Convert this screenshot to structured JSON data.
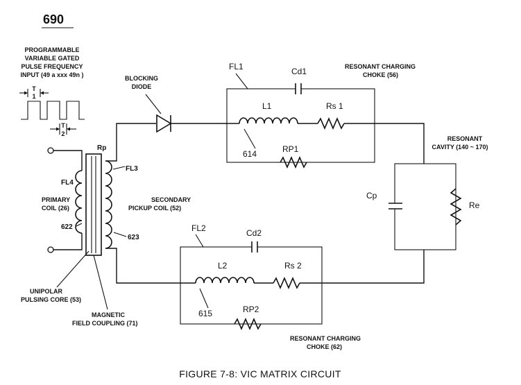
{
  "figure_number": "690",
  "caption": "FIGURE 7-8: VIC MATRIX CIRCUIT",
  "labels": {
    "input_line1": "PROGRAMMABLE",
    "input_line2": "VARIABLE GATED",
    "input_line3": "PULSE FREQUENCY",
    "input_line4": "INPUT (49 a xxx 49n )",
    "t1_top": "T",
    "t1_bot": "1",
    "t2_top": "T",
    "t2_bot": "2",
    "blocking_diode_line1": "BLOCKING",
    "blocking_diode_line2": "DIODE",
    "fl1": "FL1",
    "cd1": "Cd1",
    "choke56_line1": "RESONANT CHARGING",
    "choke56_line2": "CHOKE (56)",
    "l1": "L1",
    "rs1": "Rs 1",
    "ref614": "614",
    "rp1": "RP1",
    "cavity_line1": "RESONANT",
    "cavity_line2": "CAVITY (140 ~ 170)",
    "cp": "Cp",
    "re": "Re",
    "rp": "Rp",
    "fl3": "FL3",
    "fl4": "FL4",
    "primary_line1": "PRIMARY",
    "primary_line2": "COIL (26)",
    "ref622": "622",
    "secondary_line1": "SECONDARY",
    "secondary_line2": "PICKUP COIL (52)",
    "ref623": "623",
    "fl2": "FL2",
    "cd2": "Cd2",
    "l2": "L2",
    "rs2": "Rs 2",
    "ref615": "615",
    "rp2": "RP2",
    "core_line1": "UNIPOLAR",
    "core_line2": "PULSING CORE (53)",
    "magnetic_line1": "MAGNETIC",
    "magnetic_line2": "FIELD COUPLING (71)",
    "choke62_line1": "RESONANT CHARGING",
    "choke62_line2": "CHOKE (62)"
  }
}
